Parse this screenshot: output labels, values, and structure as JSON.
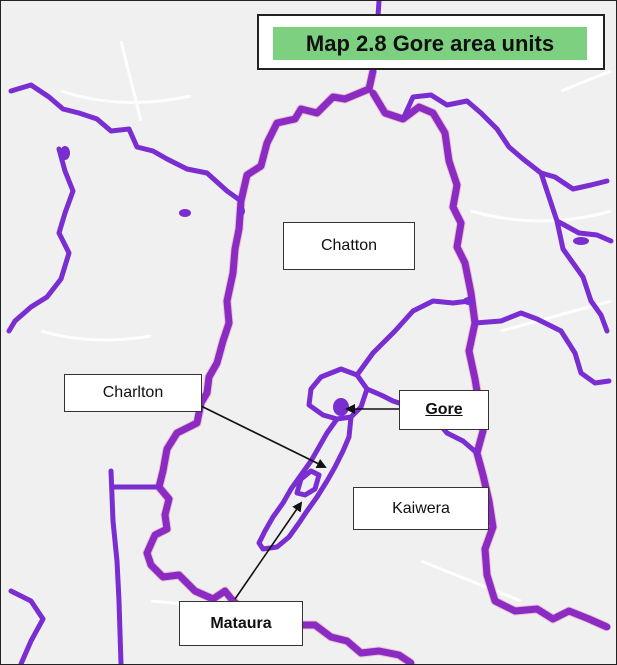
{
  "map": {
    "title": "Map 2.8 Gore area units",
    "colors": {
      "background": "#f0f0f1",
      "boundary": "#7a2dd0",
      "boundary_glow": "#c24b8a",
      "title_fill": "#7dd07f",
      "roads": "#ffffff"
    },
    "labels": {
      "chatton": "Chatton",
      "charlton": "Charlton",
      "gore": "Gore",
      "kaiwera": "Kaiwera",
      "mataura": "Mataura"
    }
  }
}
